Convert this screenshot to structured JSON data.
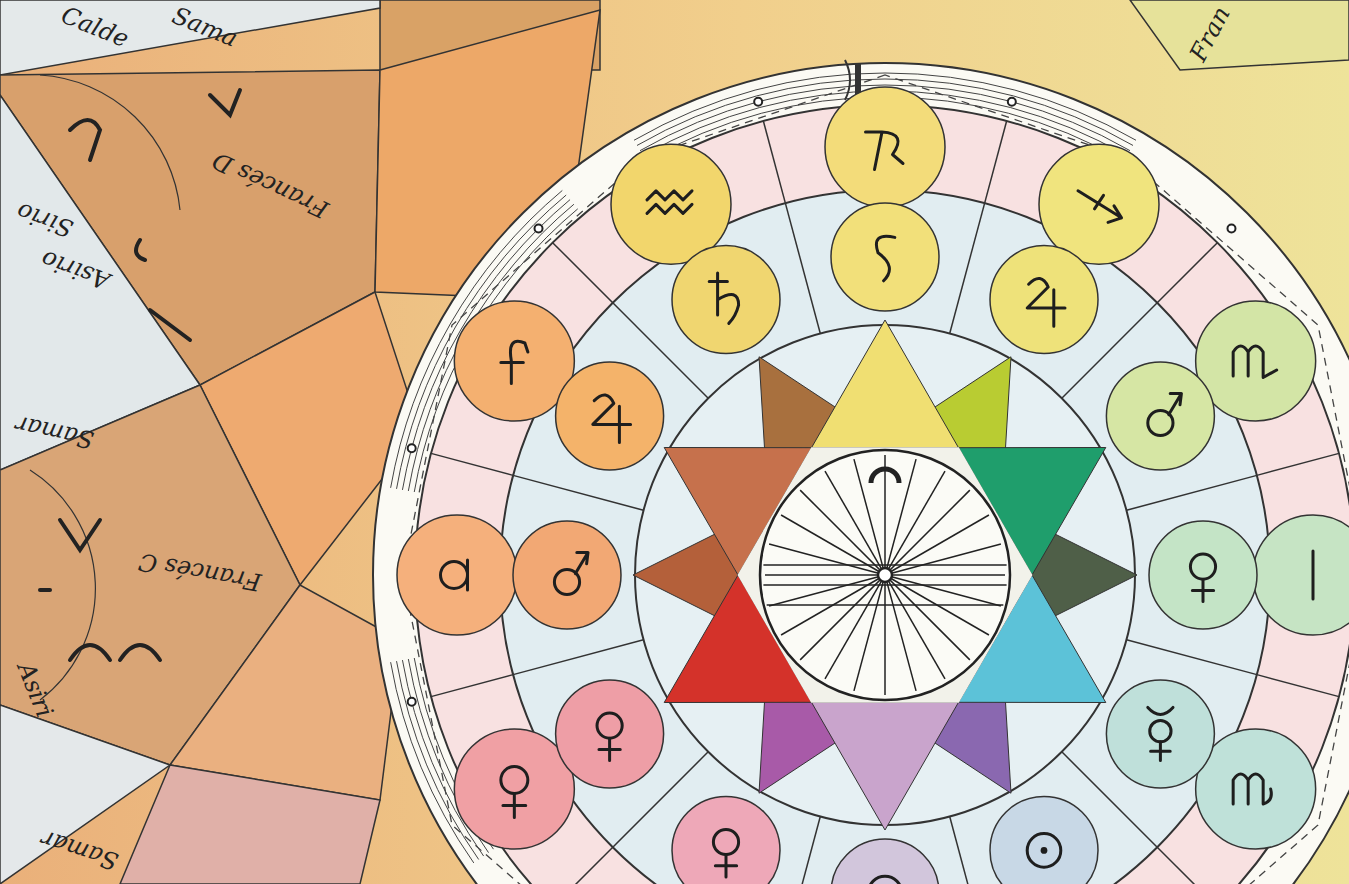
{
  "diagram": {
    "labels": [
      "Calde",
      "Sama",
      "Francés D",
      "Sirio",
      "Asirio",
      "Samar",
      "Francés C",
      "Asiri",
      "Samar",
      "Fran"
    ]
  }
}
